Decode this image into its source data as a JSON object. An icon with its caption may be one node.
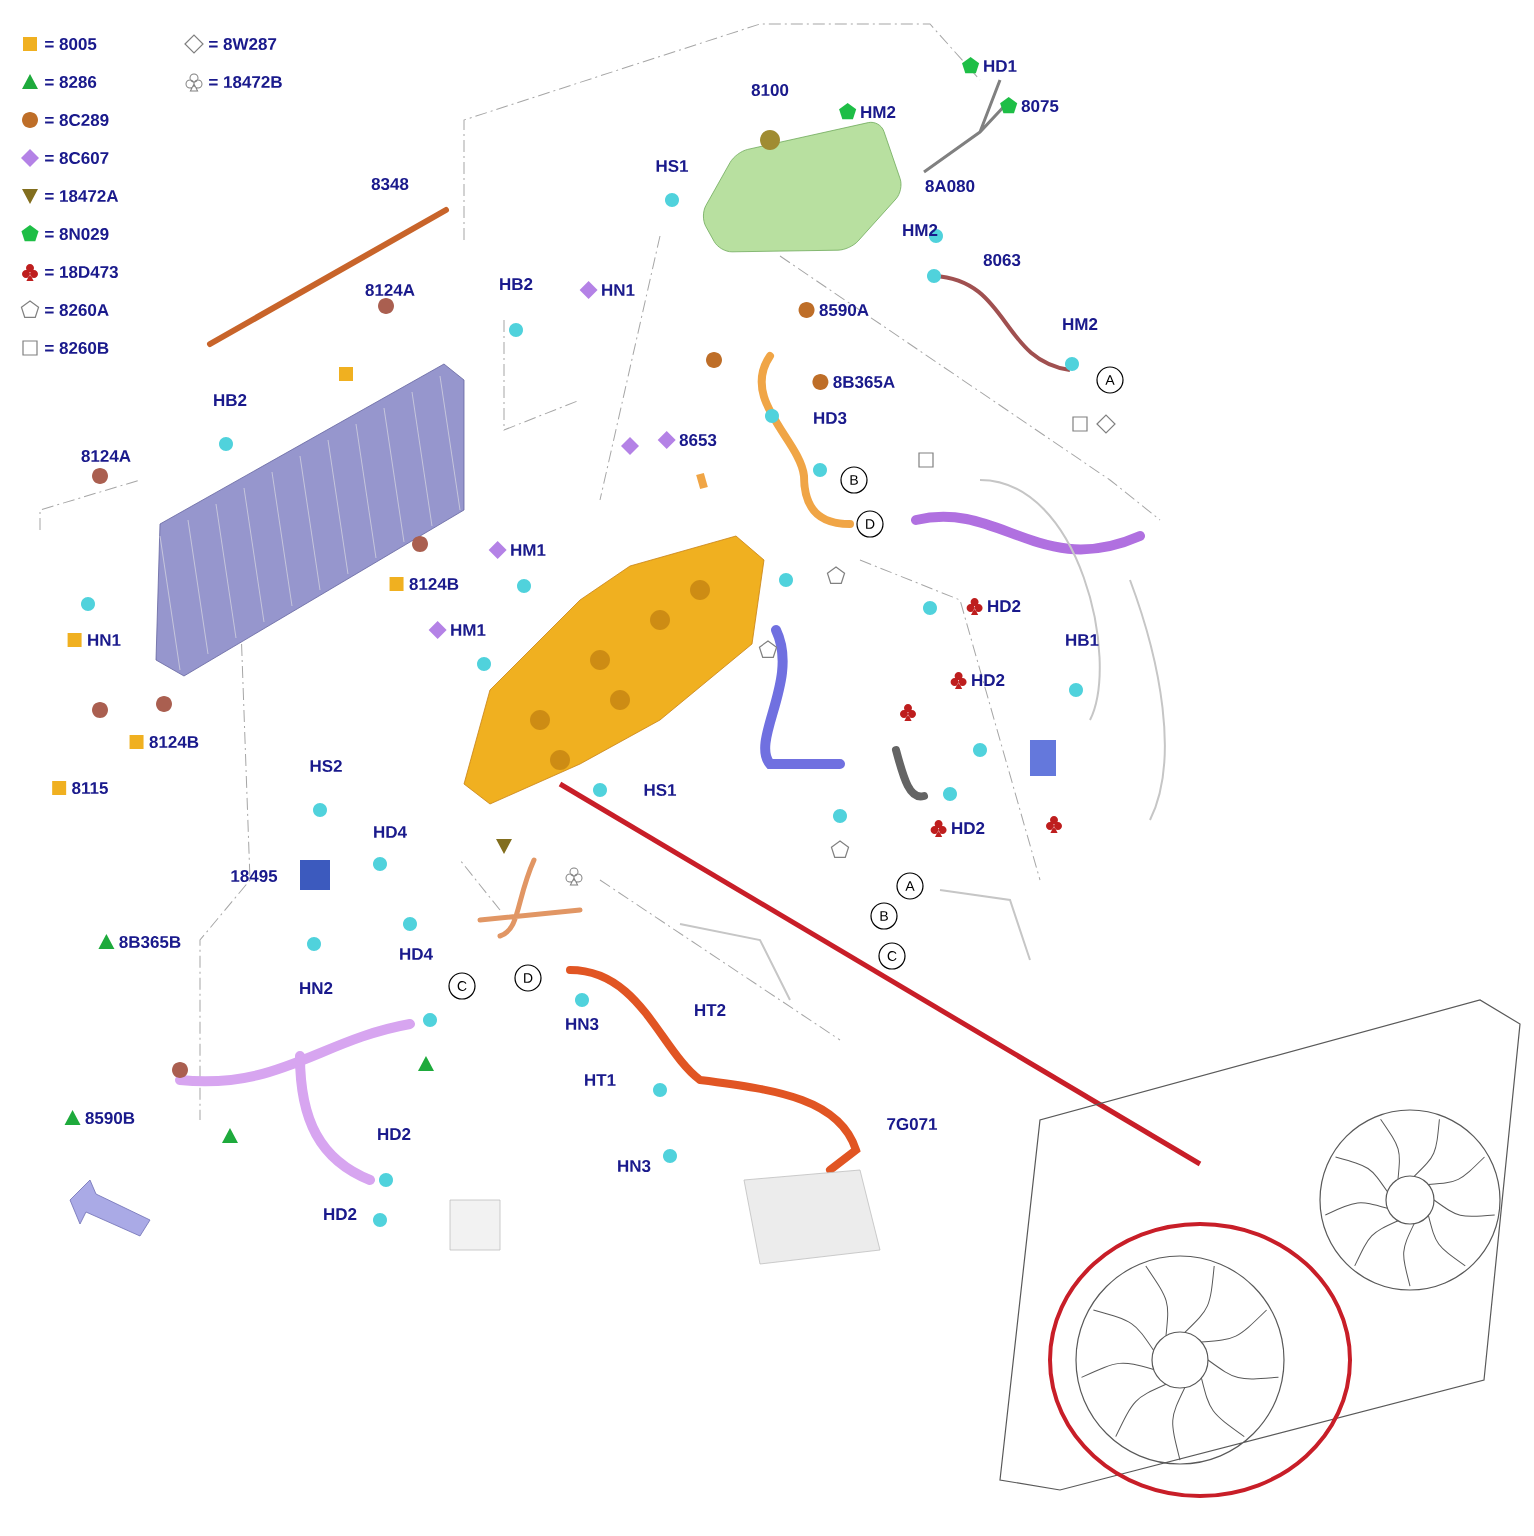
{
  "diagram": {
    "labels": [
      "8348",
      "8124A",
      "HB2",
      "HB2",
      "8124A",
      "HN1",
      "8124B",
      "8124B",
      "8115",
      "HM1",
      "HM1",
      "8100",
      "HS1",
      "HM2",
      "HD1",
      "8075",
      "8A080",
      "HM2",
      "8063",
      "HM2",
      "HN1",
      "8590A",
      "8B365A",
      "8653",
      "HD3",
      "HS1",
      "HD2",
      "HB1",
      "HD2",
      "HD2",
      "HS2",
      "HD4",
      "18495",
      "HD4",
      "HN2",
      "8B365B",
      "8590B",
      "HN3",
      "HT2",
      "HT1",
      "7G071",
      "HN3",
      "HD2",
      "HD2",
      "A",
      "B",
      "D",
      "A",
      "B",
      "C",
      "C",
      "D"
    ],
    "legend": [
      {
        "text": "= 8005"
      },
      {
        "text": "= 8286"
      },
      {
        "text": "= 8C289"
      },
      {
        "text": "= 8C607"
      },
      {
        "text": "= 18472A"
      },
      {
        "text": "= 8N029"
      },
      {
        "text": "= 18D473"
      },
      {
        "text": "= 8260A"
      },
      {
        "text": "= 8260B"
      },
      {
        "text": "= 8W287"
      },
      {
        "text": "= 18472B"
      }
    ]
  }
}
